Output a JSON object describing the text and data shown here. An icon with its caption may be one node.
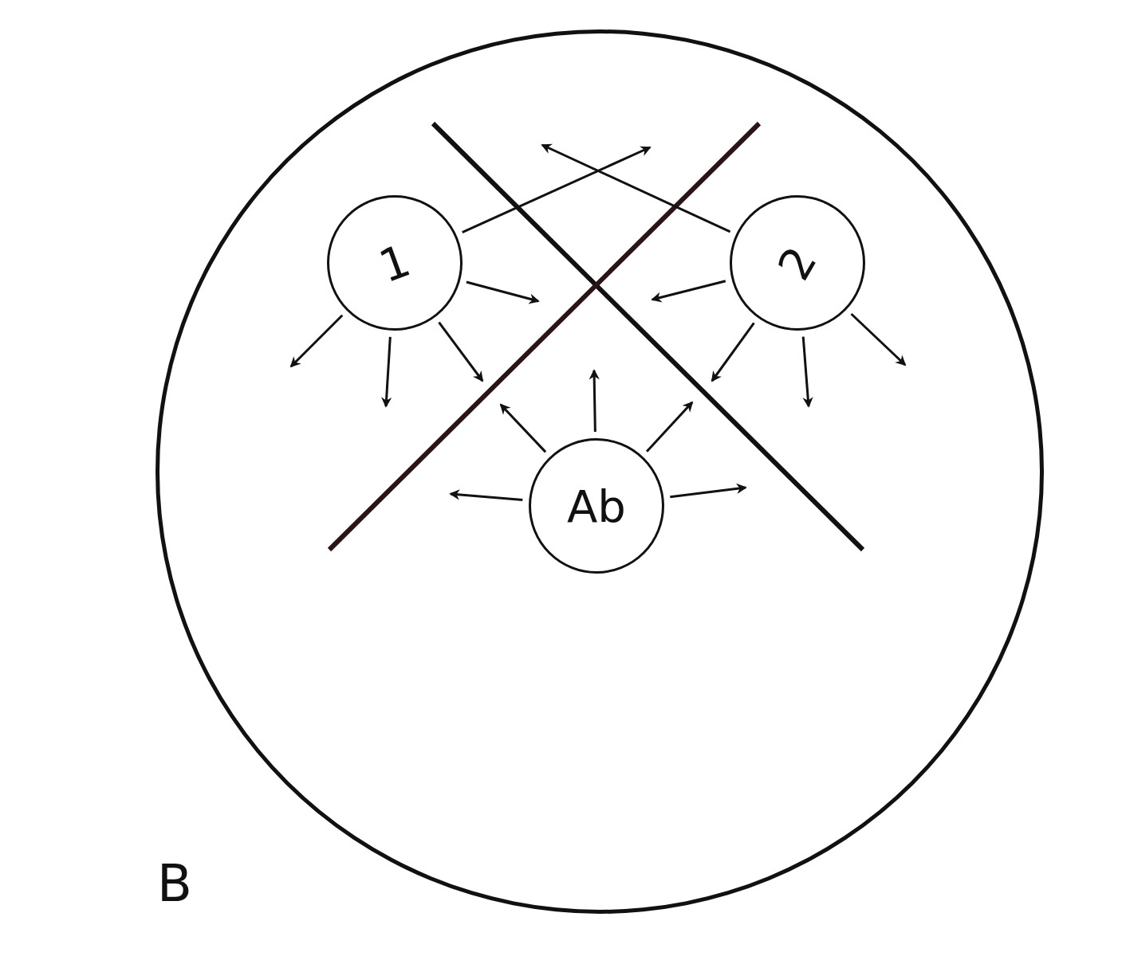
{
  "diagram": {
    "nodes": [
      {
        "text": [],
        "shape": "circle"
      },
      {
        "text": [
          "1"
        ],
        "in": 0
      },
      {
        "text": [
          "2"
        ],
        "in": 0
      },
      {
        "text": [
          "Ab"
        ],
        "in": 0
      }
    ],
    "edges": [
      {
        "from": 1,
        "to": null,
        "arrow": "to"
      },
      {
        "from": 1,
        "to": null,
        "arrow": "to"
      },
      {
        "from": 1,
        "to": null,
        "arrow": "to"
      },
      {
        "from": 1,
        "to": null,
        "arrow": "to"
      },
      {
        "from": 1,
        "to": null,
        "arrow": "to"
      },
      {
        "from": 2,
        "to": null,
        "arrow": "to"
      },
      {
        "from": 2,
        "to": null,
        "arrow": "to"
      },
      {
        "from": 2,
        "to": null,
        "arrow": "to"
      },
      {
        "from": 2,
        "to": null,
        "arrow": "to"
      },
      {
        "from": 2,
        "to": null,
        "arrow": "to"
      },
      {
        "from": 3,
        "to": null,
        "arrow": "to"
      },
      {
        "from": 3,
        "to": null,
        "arrow": "to"
      },
      {
        "from": 3,
        "to": null,
        "arrow": "to"
      },
      {
        "from": 3,
        "to": null,
        "arrow": "to"
      },
      {
        "from": 3,
        "to": null,
        "arrow": "to"
      }
    ],
    "labels": [
      "B"
    ]
  }
}
